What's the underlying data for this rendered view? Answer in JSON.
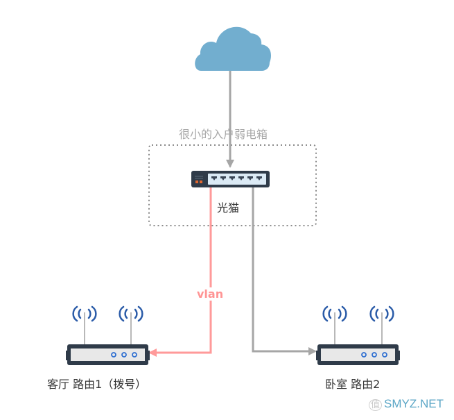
{
  "diagram": {
    "box_title": "很小的入户弱电箱",
    "link_label": "vlan",
    "nodes": {
      "cloud": {
        "label": ""
      },
      "modem": {
        "label": "光猫"
      },
      "router1": {
        "label": "客厅 路由1（拨号）"
      },
      "router2": {
        "label": "卧室 路由2"
      }
    },
    "edges": [
      {
        "from": "cloud",
        "to": "modem",
        "label": "",
        "color": "#a6a6a6"
      },
      {
        "from": "modem",
        "to": "router1",
        "label": "vlan",
        "color": "#ff9a9a"
      },
      {
        "from": "modem",
        "to": "router2",
        "label": "",
        "color": "#a6a6a6"
      }
    ],
    "colors": {
      "cloud": "#72aecf",
      "device_body": "#2f3b49",
      "router_panel": "#e8e8e8",
      "led": "#2f6fd1",
      "wifi": "#2a5ba8",
      "gray_line": "#a6a6a6",
      "vlan_line": "#ff9a9a",
      "modem_orange": "#e0662f"
    }
  },
  "watermark": {
    "icon": "值",
    "text": "SMYZ.NET"
  }
}
